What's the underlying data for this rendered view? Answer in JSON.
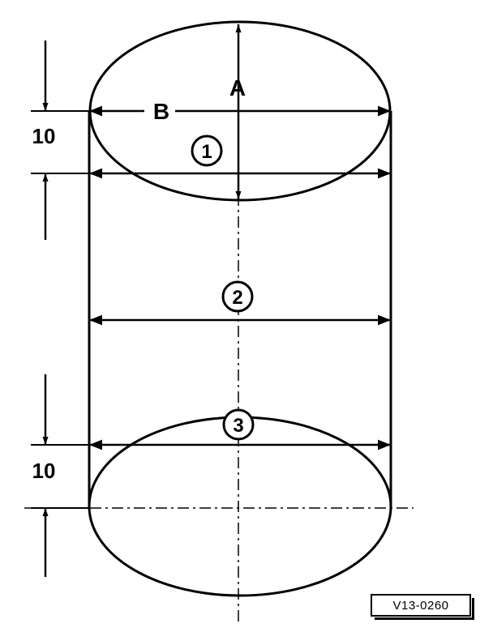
{
  "labels": {
    "axis_a": "A",
    "axis_b": "B",
    "dim_top": "10",
    "dim_bottom": "10",
    "point_1": "1",
    "point_2": "2",
    "point_3": "3"
  },
  "reference_code": "V13-0260"
}
